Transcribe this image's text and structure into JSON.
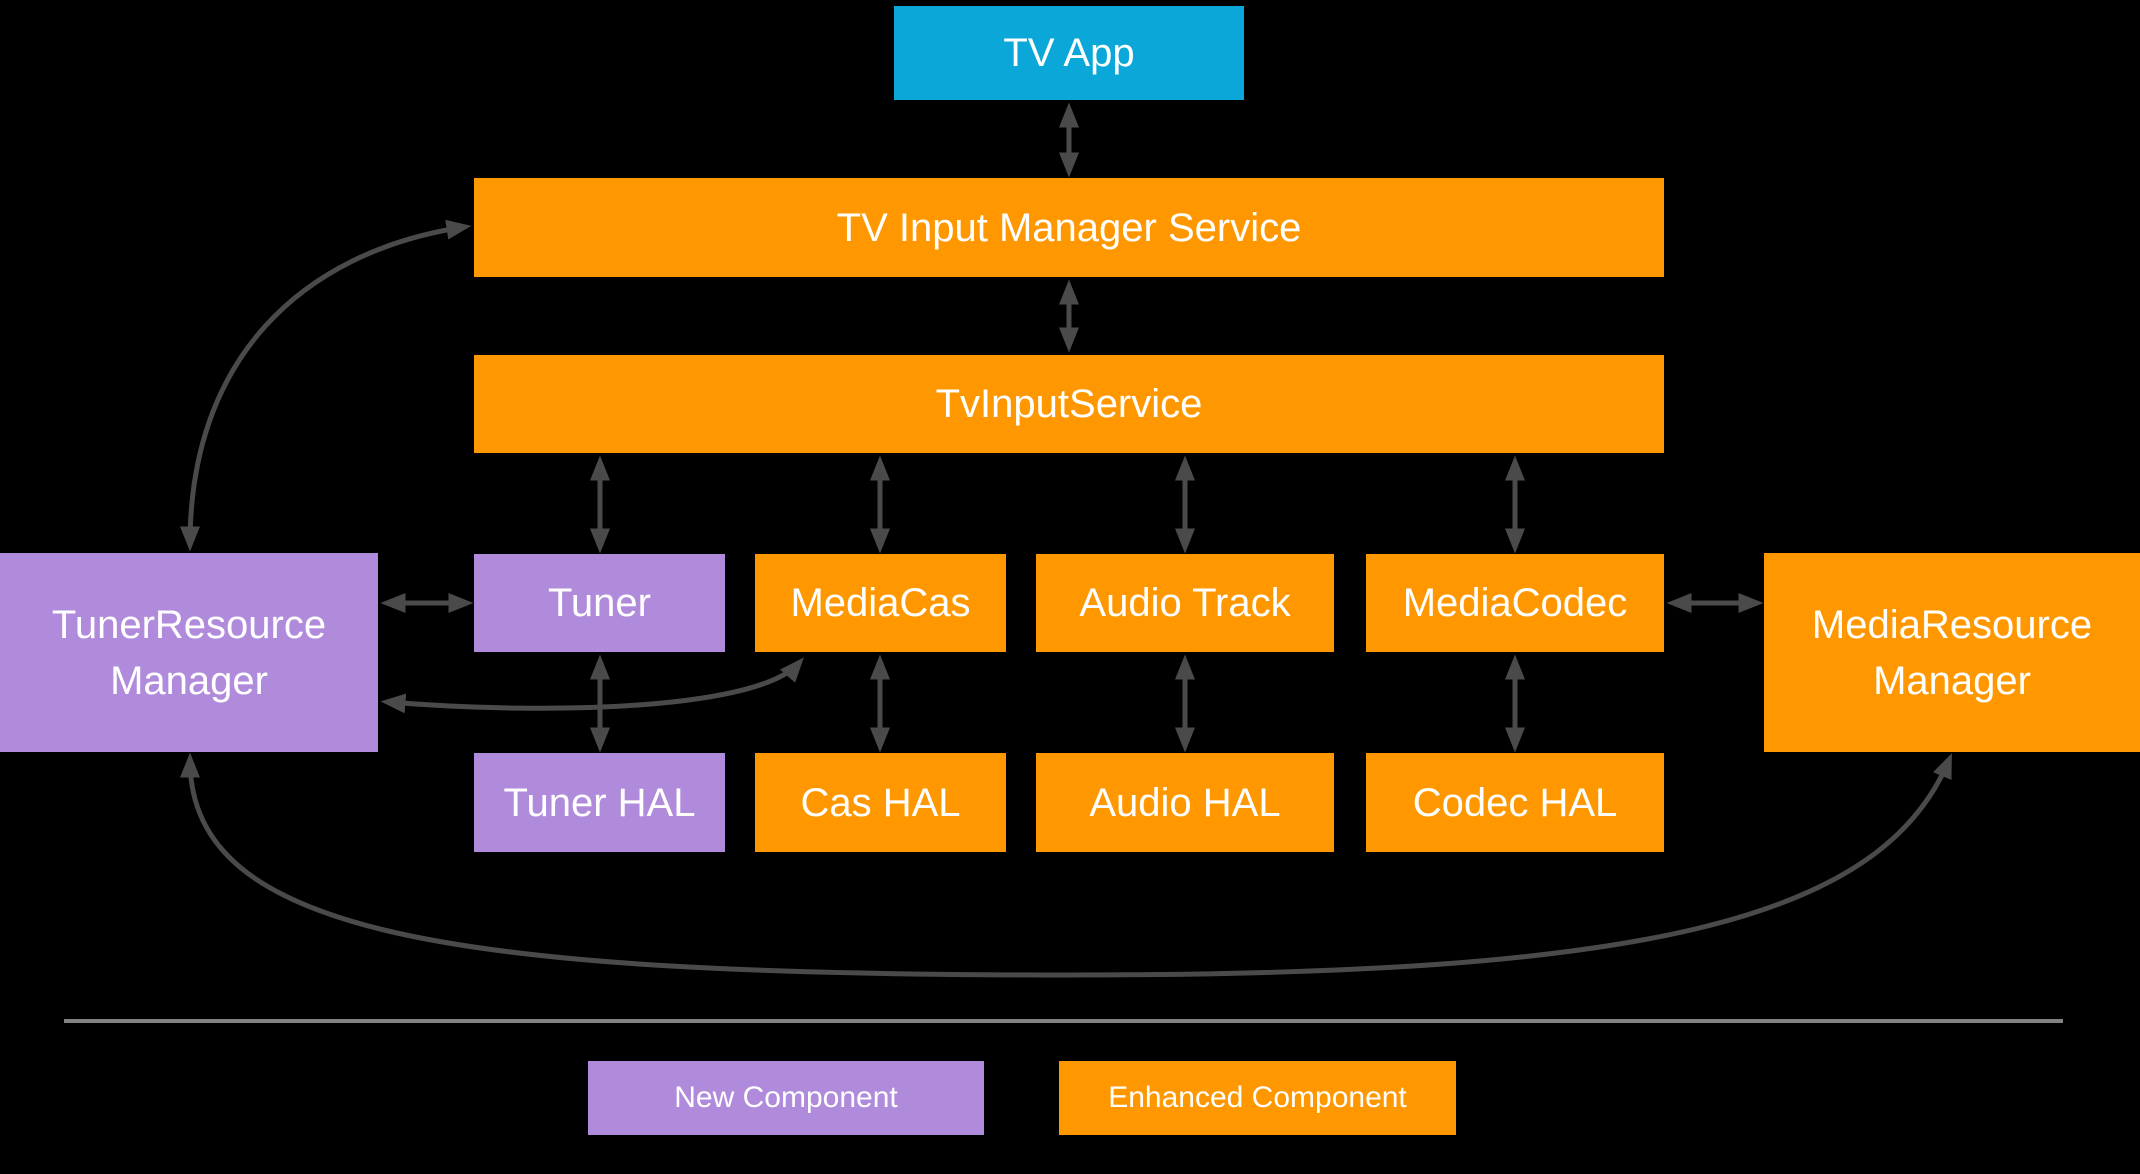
{
  "diagram": {
    "description": "TV tuner framework architecture diagram",
    "nodes": {
      "tv_app": {
        "label": "TV App",
        "type": "app"
      },
      "tv_input_manager_service": {
        "label": "TV Input Manager Service",
        "type": "enhanced"
      },
      "tv_input_service": {
        "label": "TvInputService",
        "type": "enhanced"
      },
      "tuner": {
        "label": "Tuner",
        "type": "new"
      },
      "media_cas": {
        "label": "MediaCas",
        "type": "enhanced"
      },
      "audio_track": {
        "label": "Audio Track",
        "type": "enhanced"
      },
      "media_codec": {
        "label": "MediaCodec",
        "type": "enhanced"
      },
      "tuner_resource_manager": {
        "label": "TunerResource Manager",
        "type": "new"
      },
      "media_resource_manager": {
        "label": "MediaResource Manager",
        "type": "enhanced"
      },
      "tuner_hal": {
        "label": "Tuner HAL",
        "type": "new"
      },
      "cas_hal": {
        "label": "Cas HAL",
        "type": "enhanced"
      },
      "audio_hal": {
        "label": "Audio HAL",
        "type": "enhanced"
      },
      "codec_hal": {
        "label": "Codec HAL",
        "type": "enhanced"
      }
    },
    "edges": [
      {
        "from": "TV App",
        "to": "TV Input Manager Service",
        "bidirectional": true,
        "style": "straight"
      },
      {
        "from": "TV Input Manager Service",
        "to": "TvInputService",
        "bidirectional": true,
        "style": "straight"
      },
      {
        "from": "TvInputService",
        "to": "Tuner",
        "bidirectional": true,
        "style": "straight"
      },
      {
        "from": "TvInputService",
        "to": "MediaCas",
        "bidirectional": true,
        "style": "straight"
      },
      {
        "from": "TvInputService",
        "to": "Audio Track",
        "bidirectional": true,
        "style": "straight"
      },
      {
        "from": "TvInputService",
        "to": "MediaCodec",
        "bidirectional": true,
        "style": "straight"
      },
      {
        "from": "Tuner",
        "to": "Tuner HAL",
        "bidirectional": true,
        "style": "straight"
      },
      {
        "from": "MediaCas",
        "to": "Cas HAL",
        "bidirectional": true,
        "style": "straight"
      },
      {
        "from": "Audio Track",
        "to": "Audio HAL",
        "bidirectional": true,
        "style": "straight"
      },
      {
        "from": "MediaCodec",
        "to": "Codec HAL",
        "bidirectional": true,
        "style": "straight"
      },
      {
        "from": "TunerResource Manager",
        "to": "Tuner",
        "bidirectional": true,
        "style": "straight"
      },
      {
        "from": "MediaCodec",
        "to": "MediaResource Manager",
        "bidirectional": true,
        "style": "straight"
      },
      {
        "from": "TunerResource Manager",
        "to": "TV Input Manager Service",
        "bidirectional": true,
        "style": "curved"
      },
      {
        "from": "TunerResource Manager",
        "to": "MediaCas",
        "bidirectional": true,
        "style": "curved"
      },
      {
        "from": "TunerResource Manager",
        "to": "MediaResource Manager",
        "bidirectional": true,
        "style": "curved"
      }
    ]
  },
  "legend": {
    "new_component": "New Component",
    "enhanced_component": "Enhanced Component"
  },
  "colors": {
    "background": "#000000",
    "text": "#ffffff",
    "new_component": "#b18bdb",
    "enhanced_component": "#ff9800",
    "app": "#0ba7d9",
    "arrow": "#4a4a4a",
    "divider": "#828282"
  }
}
